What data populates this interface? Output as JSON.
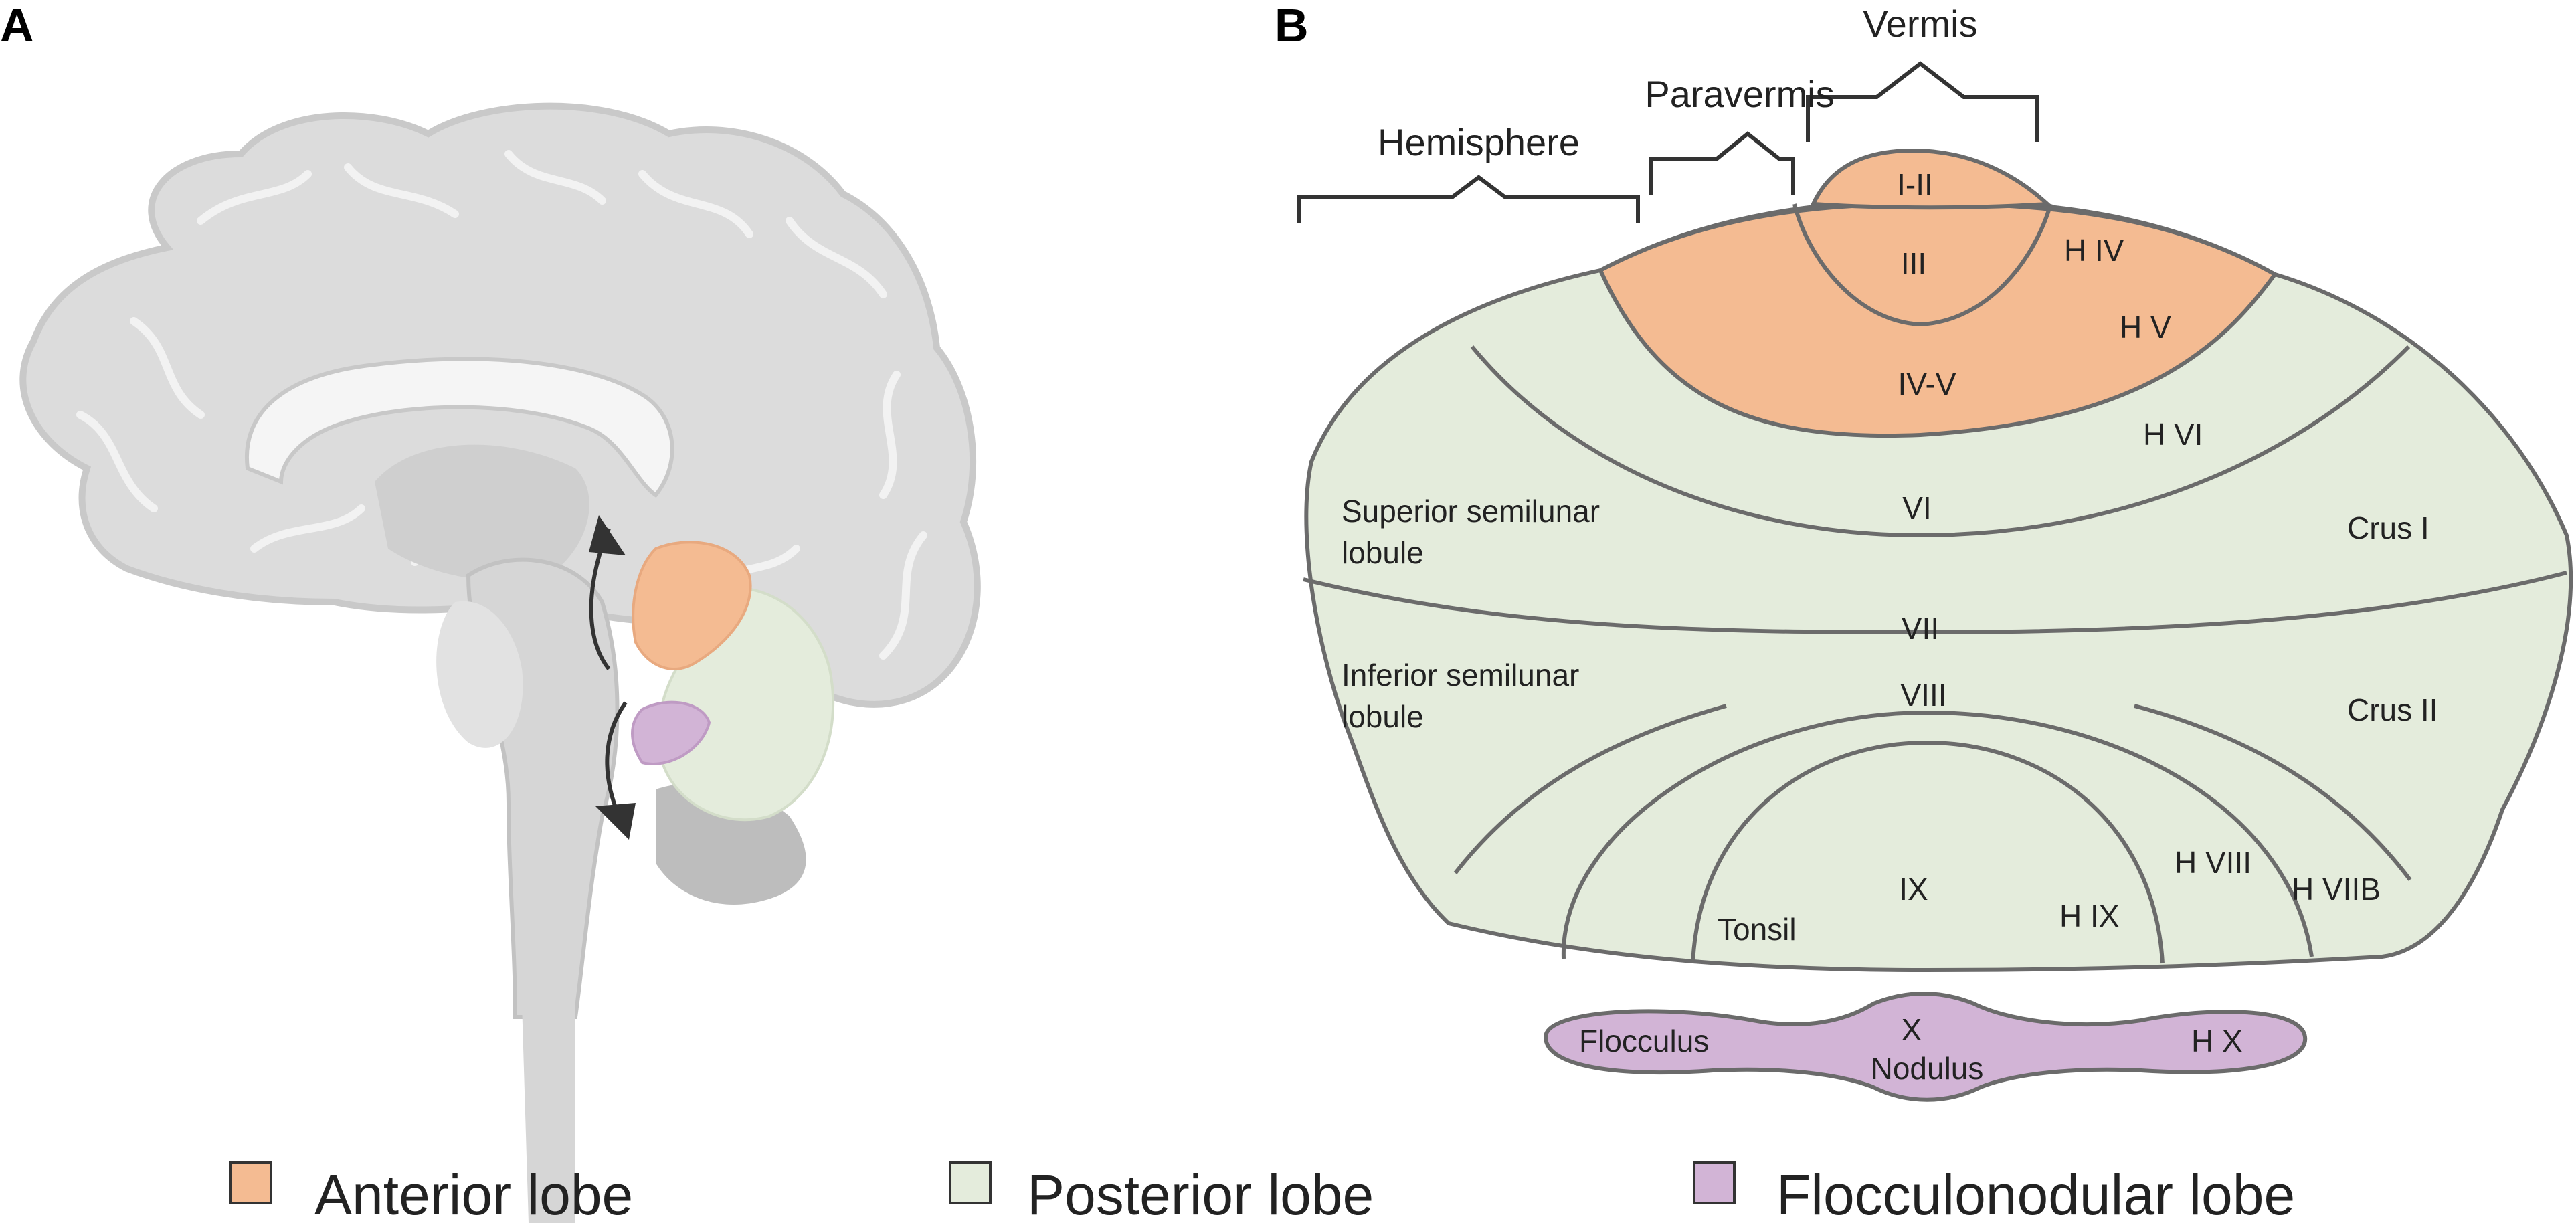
{
  "panels": {
    "a": "A",
    "b": "B"
  },
  "headers": {
    "vermis": "Vermis",
    "paravermis": "Paravermis",
    "hemisphere": "Hemisphere"
  },
  "regions": {
    "i_ii": "I-II",
    "iii": "III",
    "iv_v": "IV-V",
    "h_iv": "H IV",
    "h_v": "H V",
    "h_vi": "H VI",
    "vi": "VI",
    "crus_i": "Crus I",
    "vii": "VII",
    "viii": "VIII",
    "crus_ii": "Crus II",
    "ix": "IX",
    "tonsil": "Tonsil",
    "h_ix": "H IX",
    "h_viii": "H VIII",
    "h_viib": "H VIIB",
    "x": "X",
    "nodulus": "Nodulus",
    "flocculus": "Flocculus",
    "h_x": "H X",
    "superior_semilunar_lobule": [
      "Superior semilunar",
      "lobule"
    ],
    "inferior_semilunar_lobule": [
      "Inferior semilunar",
      "lobule"
    ]
  },
  "legend": [
    {
      "label": "Anterior lobe",
      "color": "#f4bb92"
    },
    {
      "label": "Posterior lobe",
      "color": "#e4ecdc"
    },
    {
      "label": "Flocculonodular lobe",
      "color": "#d2b4d6"
    }
  ]
}
